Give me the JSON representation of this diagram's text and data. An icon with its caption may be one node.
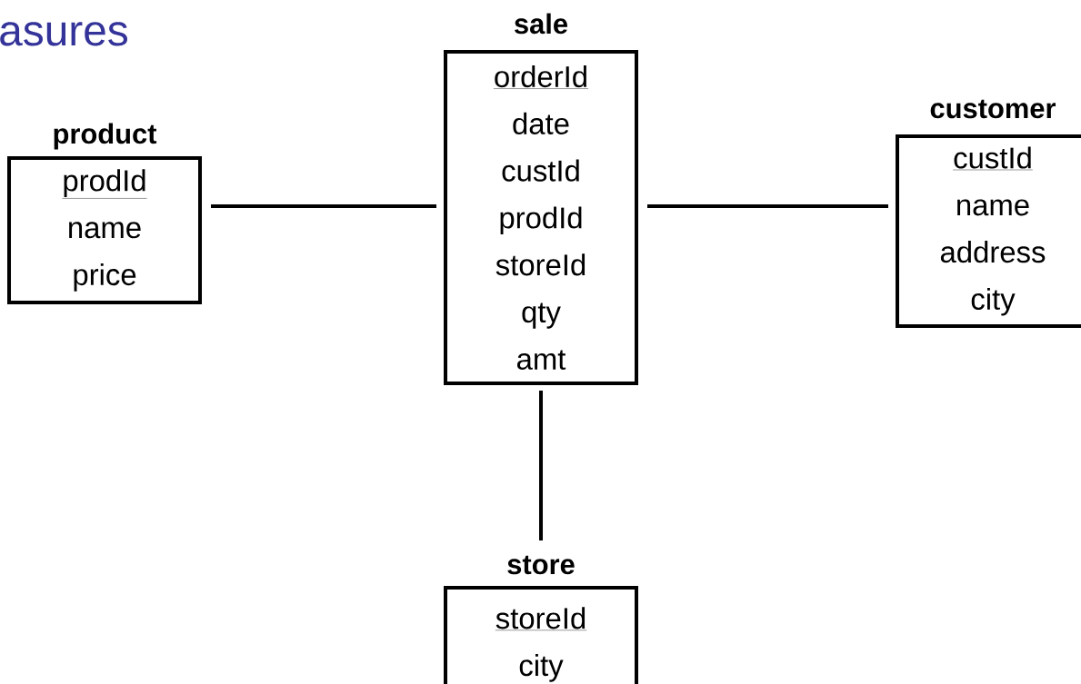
{
  "diagram": {
    "title": "asures",
    "nodes": [
      {
        "text": [
          "sale",
          "orderId",
          "date",
          "custId",
          "prodId",
          "storeId",
          "qty",
          "amt"
        ]
      },
      {
        "text": [
          "product",
          "prodId",
          "name",
          "price"
        ]
      },
      {
        "text": [
          "customer",
          "custId",
          "name",
          "address",
          "city"
        ]
      },
      {
        "text": [
          "store",
          "storeId",
          "city"
        ]
      }
    ],
    "edges": [
      {
        "from": 1,
        "to": 0,
        "arrow": "none"
      },
      {
        "from": 0,
        "to": 2,
        "arrow": "none"
      },
      {
        "from": 0,
        "to": 3,
        "arrow": "none"
      }
    ]
  }
}
